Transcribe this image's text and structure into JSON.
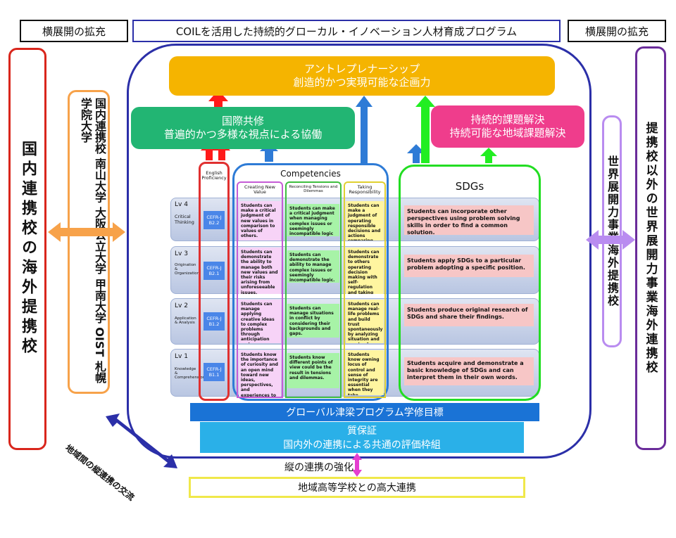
{
  "header": {
    "left_label": "横展開の拡充",
    "center_title": "COILを活用した持続的グローカル・イノベーション人材育成プログラム",
    "right_label": "横展開の拡充"
  },
  "left": {
    "outer_box": "国内連携校の海外提携校",
    "inner_box": "国内連携校 南山大学 大阪公立大学 甲南大学 OIST 札幌学院大学"
  },
  "right": {
    "inner_box": "世界展開力事業海外提携校",
    "outer_box": "提携校以外の世界展開力事業海外連携校"
  },
  "goals": {
    "entrepreneurship": {
      "line1": "アントレプレナーシップ",
      "line2": "創造的かつ実現可能な企画力"
    },
    "global": {
      "line1": "国際共修",
      "line2": "普遍的かつ多様な視点による協働"
    },
    "sustainable": {
      "line1": "持続的課題解決",
      "line2": "持続可能な地域課題解決"
    }
  },
  "english_column": {
    "title": "English Proficiency"
  },
  "competencies": {
    "title": "Competencies",
    "col1": "Creating New Value",
    "col2": "Reconciling Tensions and Dilemmas",
    "col3": "Taking Responsibility"
  },
  "sdgs": {
    "title": "SDGs"
  },
  "levels": [
    {
      "lv": "Lv 4",
      "sub": "Critical Thinking",
      "cefr1": "CEFR-J",
      "cefr2": "B2.2",
      "c1": "Students can make a critical judgment of new values in comparison to values of others.",
      "c2": "Students can make a critical judgment when managing complex issues or seemingly incompatible logic comparing with others.",
      "c3": "Students can make a judgment of operating responsible decisions and actions comparing with others.",
      "sdg": "Students can incorporate other perspectives using problem solving skills in order to find a common solution."
    },
    {
      "lv": "Lv 3",
      "sub": "Origination & Organization",
      "cefr1": "CEFR-J",
      "cefr2": "B2.1",
      "c1": "Students can demonstrate the ability to manage both new values and their risks arising from unforeseeable issues.",
      "c2": "Students can demonstrate the ability to manage complex issues or seemingly incompatible logic.",
      "c3": "Students can demonstrate to others operating decision making with self-regulation and taking responsibility for their actions.",
      "sdg": "Students apply SDGs to a particular problem adopting a specific position."
    },
    {
      "lv": "Lv 2",
      "sub": "Application & Analysis",
      "cefr1": "CEFR-J",
      "cefr2": "B1.2",
      "c1": "Students can manage applying creative ideas to complex problems through anticipation and verification.",
      "c2": "Students can manage situations in conflict by considering their backgrounds and gaps.",
      "c3": "Students can manage real-life problems and build trust spontaneously by analyzing situation and needs of others.",
      "sdg": "Students produce original research of SDGs and share their findings."
    },
    {
      "lv": "Lv 1",
      "sub": "Knowledge & Comprehension",
      "cefr1": "CEFR-J",
      "cefr2": "B1.1",
      "c1": "Students know the importance of curiosity and an open mind toward new ideas, perspectives, and experiences to create new value.",
      "c2": "Students know different points of view could be the result in tensions and dilemmas.",
      "c3": "Students know owning locus of control and sense of integrity are essential when they take responsibility",
      "sdg": "Students acquire and demonstrate a basic knowledge of SDGs and can interpret them in their own words."
    }
  ],
  "bottom": {
    "global_program": "グローバル津梁プログラム学修目標",
    "quality_line1": "質保証",
    "quality_line2": "国内外の連携による共通の評価枠組",
    "vertical_link": "縦の連携の強化",
    "highschool": "地域高等学校との高大連携",
    "regional_exchange": "地域間の縦連携の交流"
  },
  "colors": {
    "goal_orange": "#f5b400",
    "goal_green": "#22b573",
    "goal_pink": "#ef3d8c",
    "blue_frame": "#2b2fa8",
    "arrow_red": "#ff1a1a",
    "arrow_blue": "#2e7bd6",
    "arrow_green": "#22ee22",
    "arrow_orange": "#f7a24a",
    "arrow_purple": "#b98cf0"
  }
}
